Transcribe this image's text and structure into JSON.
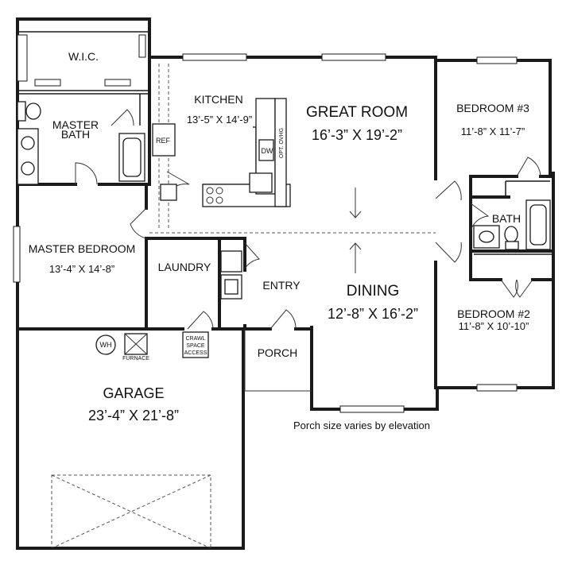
{
  "rooms": {
    "wic": {
      "name": "W.I.C."
    },
    "master_bath": {
      "name_line1": "MASTER",
      "name_line2": "BATH"
    },
    "kitchen": {
      "name": "KITCHEN",
      "size": "13’-5” X 14’-9”"
    },
    "great_room": {
      "name": "GREAT ROOM",
      "size": "16’-3” X 19’-2”"
    },
    "bedroom3": {
      "name": "BEDROOM #3",
      "size": "11’-8” X 11’-7”"
    },
    "master_bedroom": {
      "name": "MASTER BEDROOM",
      "size": "13’-4” X 14’-8”"
    },
    "laundry": {
      "name": "LAUNDRY"
    },
    "entry": {
      "name": "ENTRY"
    },
    "dining": {
      "name": "DINING",
      "size": "12’-8” X 16’-2”"
    },
    "bath": {
      "name": "BATH"
    },
    "bedroom2": {
      "name": "BEDROOM #2",
      "size": "11’-8” X 10’-10”"
    },
    "porch": {
      "name": "PORCH"
    },
    "garage": {
      "name": "GARAGE",
      "size": "23’-4” X 21’-8”"
    }
  },
  "fixtures": {
    "ref": "REF",
    "dw": "DW",
    "opt_ovhg": "OPT. OVHG",
    "wh": "WH",
    "furnace": "FURNACE",
    "crawl_line1": "CRAWL",
    "crawl_line2": "SPACE",
    "crawl_line3": "ACCESS"
  },
  "notes": {
    "porch_size": "Porch size varies by elevation"
  }
}
